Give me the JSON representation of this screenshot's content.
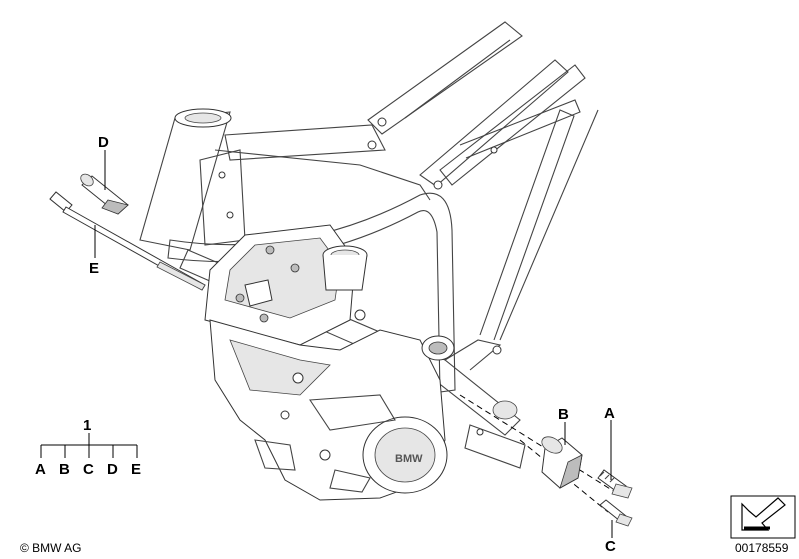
{
  "parts": {
    "group_label": "1",
    "sub_labels": [
      "A",
      "B",
      "C",
      "D",
      "E"
    ],
    "callouts": {
      "d": "D",
      "e": "E",
      "b": "B",
      "a": "A",
      "c": "C"
    }
  },
  "footer": {
    "copyright": "© BMW AG",
    "image_number": "00178559"
  },
  "icons": {
    "engine_logo": "BMW roundel text on engine cover",
    "corner_icon": "view-direction-arrow-icon"
  }
}
